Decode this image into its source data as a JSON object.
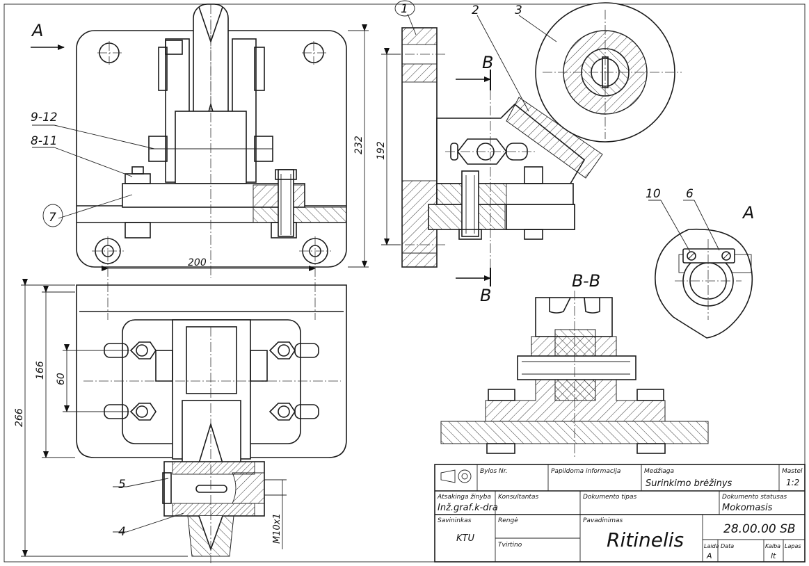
{
  "view_labels": {
    "view_a_top": "A",
    "section_b_top": "B",
    "section_b_bottom": "B",
    "section_bb_title": "B-B",
    "detail_a_title": "A"
  },
  "part_labels": {
    "p1": "1",
    "p2": "2",
    "p3": "3",
    "p4": "4",
    "p5": "5",
    "p6": "6",
    "p7": "7",
    "p8_11": "8-11",
    "p9_12": "9-12",
    "p10": "10"
  },
  "dimensions": {
    "d232": "232",
    "d192": "192",
    "d200": "200",
    "d166": "166",
    "d60": "60",
    "d266": "266",
    "thread": "M10x1"
  },
  "title_block": {
    "bylos_label": "Bylos Nr.",
    "papildoma_label": "Papildoma informacija",
    "medziaga_label": "Medžiaga",
    "medziaga_value": "Surinkimo brėžinys",
    "mastelis_label": "Mastel",
    "mastelis_value": "1:2",
    "atsakinga_label": "Atsakinga žinyba",
    "atsakinga_value": "Inž.graf.k-dra",
    "konsultantas_label": "Konsultantas",
    "dokumento_tipas_label": "Dokumento tipas",
    "dokumento_statusas_label": "Dokumento statusas",
    "dokumento_statusas_value": "Mokomasis",
    "savininkas_label": "Savininkas",
    "savininkas_value": "KTU",
    "renge_label": "Rengė",
    "tvirtino_label": "Tvirtino",
    "pavadinimas_label": "Pavadinimas",
    "pavadinimas_value": "Ritinelis",
    "code_value": "28.00.00 SB",
    "laida_label": "Laida",
    "laida_value": "A",
    "data_label": "Data",
    "kalba_label": "Kalba",
    "kalba_value": "lt",
    "lapas_label": "Lapas"
  }
}
